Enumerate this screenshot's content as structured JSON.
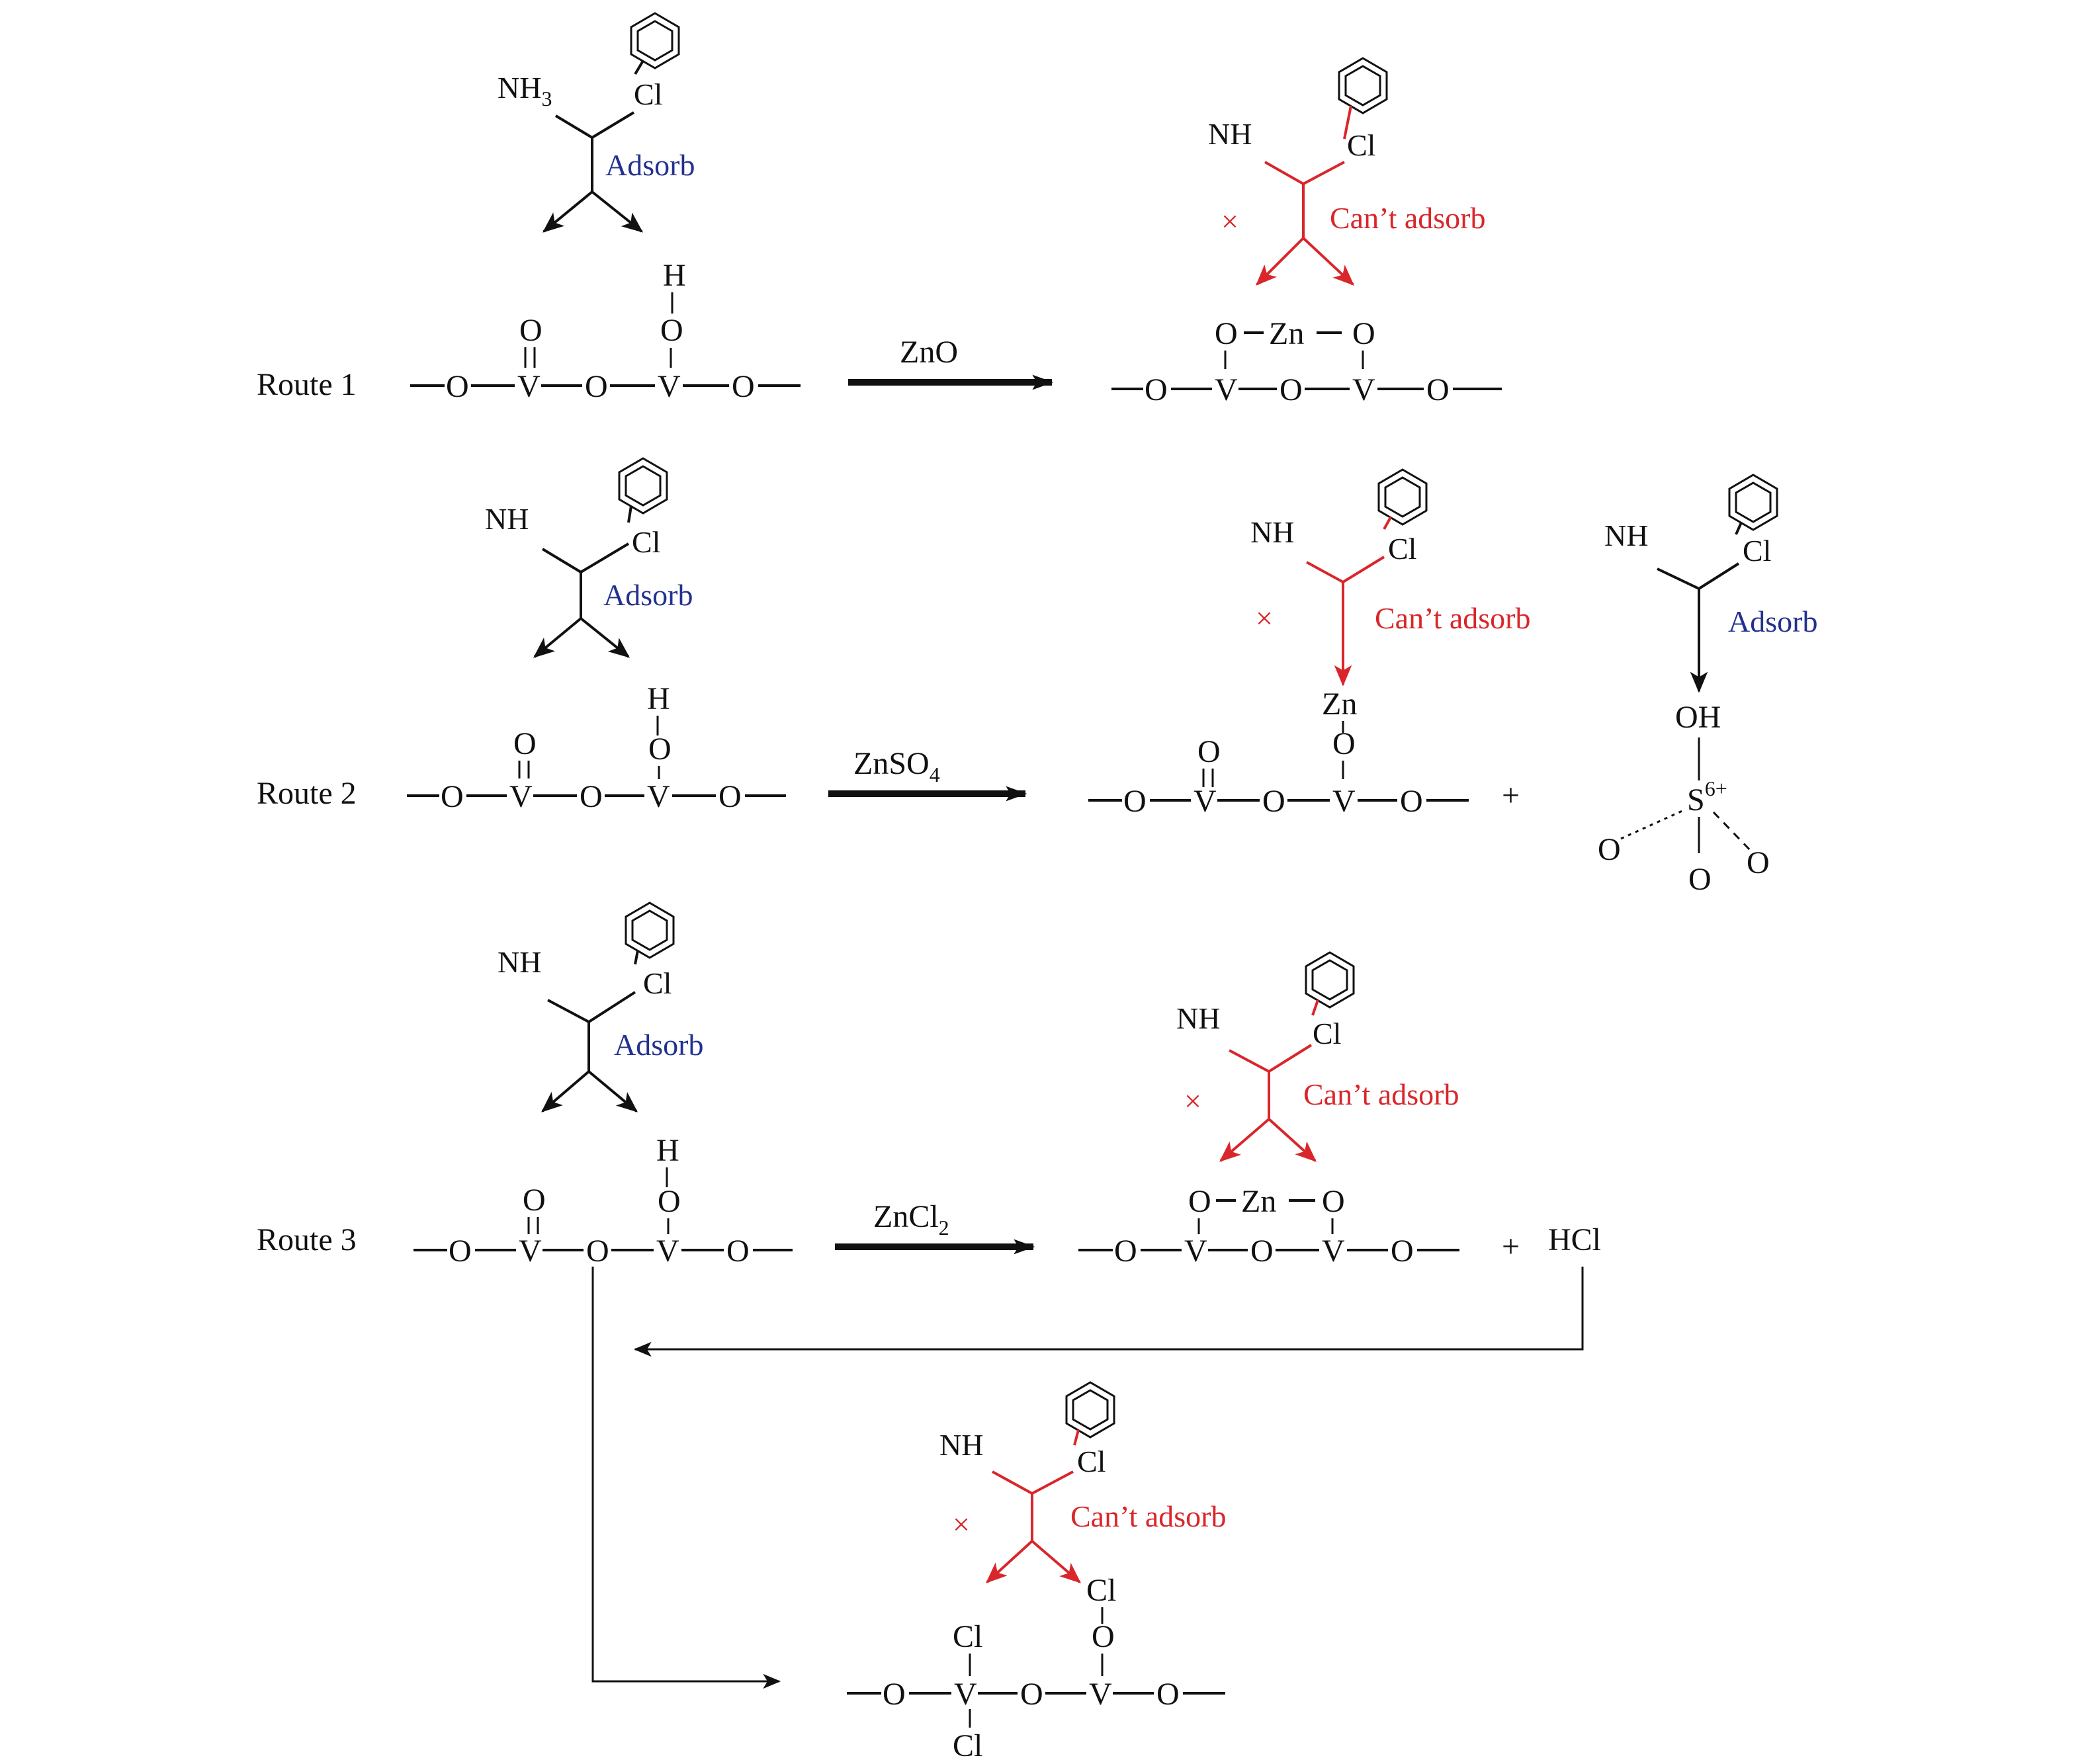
{
  "routes": {
    "r1": "Route 1",
    "r2": "Route 2",
    "r3": "Route 3"
  },
  "reagents": {
    "zno": "ZnO",
    "znso4": "ZnSO",
    "znso4_sub": "4",
    "zncl2": "ZnCl",
    "zncl2_sub": "2"
  },
  "labels": {
    "adsorb": "Adsorb",
    "cant_adsorb": "Can’t adsorb",
    "cross": "×",
    "plus": "+",
    "hcl": "HCl"
  },
  "atoms": {
    "nh": "NH",
    "nh_sub": "3",
    "cl": "Cl",
    "o": "O",
    "v": "V",
    "h": "H",
    "zn": "Zn",
    "oh": "OH",
    "s": "S",
    "s_charge": "6+"
  },
  "colors": {
    "text": "#111111",
    "cant_adsorb": "#d9262a",
    "adsorb": "#23318f"
  }
}
